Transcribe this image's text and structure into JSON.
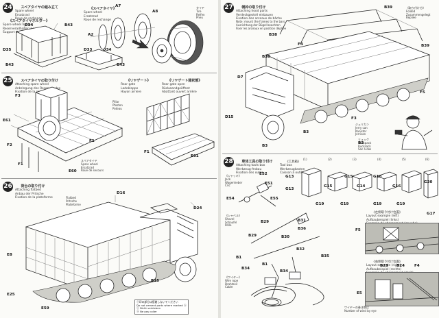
{
  "steps": {
    "s24": {
      "number": "24",
      "caption_ja": "スペアタイヤの組み立て",
      "caption_lines": [
        "Spare wheel",
        "Ersatzrad",
        "Roue de rechange"
      ],
      "sub_ja": "《スペアタイヤ》",
      "sub_lines": [
        "Spare wheel",
        "Ersatzrad",
        "Roue de rechange"
      ],
      "holder_ja": "《スペアタイヤホルダー》",
      "holder_lines": [
        "Spare wheel holder",
        "Reserveradhalterung",
        "Support de roue de secours"
      ],
      "tire_lines": [
        "タイヤ",
        "Tire",
        "Reifen",
        "Pneu"
      ],
      "parts": [
        "D34",
        "B43",
        "D35",
        "B43",
        "D33",
        "D34",
        "B43",
        "A7",
        "A8",
        "A2"
      ]
    },
    "s25": {
      "number": "25",
      "caption_ja": "スペアタイヤの取り付け",
      "caption_lines": [
        "Attaching spare wheel",
        "Anbringung des Reserverades",
        "Fixation de la roue de secours"
      ],
      "rear_ja": "《リヤゲート》",
      "rear_lines": [
        "Rear gate",
        "Ladeklappe",
        "Hayon arriere"
      ],
      "rear2_ja": "《リヤゲート開状態》",
      "rear2_lines": [
        "Rear gate open",
        "Rückwandgeöffnet",
        "Abattant ouvert arrière"
      ],
      "spare_lines": [
        "スペアタイヤ",
        "Spare wheel",
        "Ersatzrad",
        "Roue de secours"
      ],
      "pillar_lines": [
        "Pillar",
        "Pfosten",
        "Poteau"
      ],
      "parts": [
        "F3",
        "E61",
        "F2",
        "F1",
        "F1",
        "E60",
        "F1",
        "E61"
      ]
    },
    "s26": {
      "number": "26",
      "caption_ja": "荷台の取り付け",
      "caption_lines": [
        "Attaching flatbed",
        "Anbau der Pritsche",
        "Fixation de la plateforme"
      ],
      "pritsche_lines": [
        "Flatbed",
        "Pritsche",
        "Plateforme"
      ],
      "note_lines": [
        "ⓐ印の部分は接着しないでください",
        "Do not cement parts where marked ⓐ",
        "ⓐ Nicht verkleben",
        "ⓐ Ne pas coller"
      ],
      "parts": [
        "D16",
        "D24",
        "B15",
        "E25",
        "E8",
        "E59"
      ]
    },
    "s27": {
      "number": "27",
      "caption_ja": "幌枠の取り付け",
      "caption_lines": [
        "Attaching hood parts",
        "Verdeckgestell einbauen",
        "Fixation des arceaux de bâche"
      ],
      "hoodstep_lines": [
        "《取り付け方》",
        "Folded",
        "Zusammengelegt",
        "Repliée"
      ],
      "fold_lines": [
        "Note: mount the frames to the bars",
        "Ausrichtung der Bügel beachten",
        "Fixer les arceaux en position dépliée"
      ],
      "jerry_lines": [
        "ジェリカン",
        "Jerry can",
        "Kanister",
        "Jerrican"
      ],
      "back_lines": [
        "リュック",
        "Backpack",
        "Rucksack",
        "Sac à dos"
      ],
      "parts": [
        "B39",
        "B38",
        "F4",
        "B38",
        "D7",
        "F5",
        "D15",
        "B3",
        "B3",
        "F3",
        "B3",
        "B39"
      ]
    },
    "s28": {
      "number": "28",
      "caption_ja": "車体工具の取り付け",
      "caption_lines": [
        "Attaching tools box",
        "Werkzeug-Anbau",
        "Fixation des outils"
      ],
      "toolbox_lines": [
        "《工具箱》",
        "Tool box",
        "Werkzeugkasten",
        "Caisson à outils"
      ],
      "jack_lines": [
        "《ジャッキ》",
        "Jack",
        "Wagenheber",
        "Cric"
      ],
      "shovel_lines": [
        "《シャベル》",
        "Shovel",
        "Schaufel",
        "Pelle"
      ],
      "wire_lines": [
        "《ワイヤー》",
        "Wire rope",
        "Drahtseil",
        "Cable"
      ],
      "layout_left_lines": [
        "《左側取り付け位置》",
        "Layout example (left)",
        "Aufbaubeispiel (links)",
        "Exemple de chargement (gauche)"
      ],
      "layout_right_lines": [
        "《右側取り付け位置》",
        "Layout example (right)",
        "Aufbaubeispiel (rechts)",
        "Exemple de chargement (droit)"
      ],
      "wire_note_lines": [
        "ワイヤーの巻き数は",
        "Number of wind by eye"
      ],
      "box_labels": [
        "(1)",
        "(2)",
        "(3)",
        "(4)",
        "(5)",
        "(6)"
      ],
      "box_parts": [
        "G13",
        "G19",
        "G15",
        "G14",
        "G18",
        "G16",
        "G13",
        "G19",
        "G15",
        "G19",
        "G19",
        "G20"
      ],
      "parts": [
        "E52",
        "E51",
        "E54",
        "E55",
        "B29",
        "B31",
        "B36",
        "B30",
        "B1",
        "B34",
        "B32",
        "B35",
        "B1",
        "B34",
        "B29",
        "F5",
        "G17",
        "B23",
        "B24",
        "F4",
        "E5"
      ]
    }
  }
}
